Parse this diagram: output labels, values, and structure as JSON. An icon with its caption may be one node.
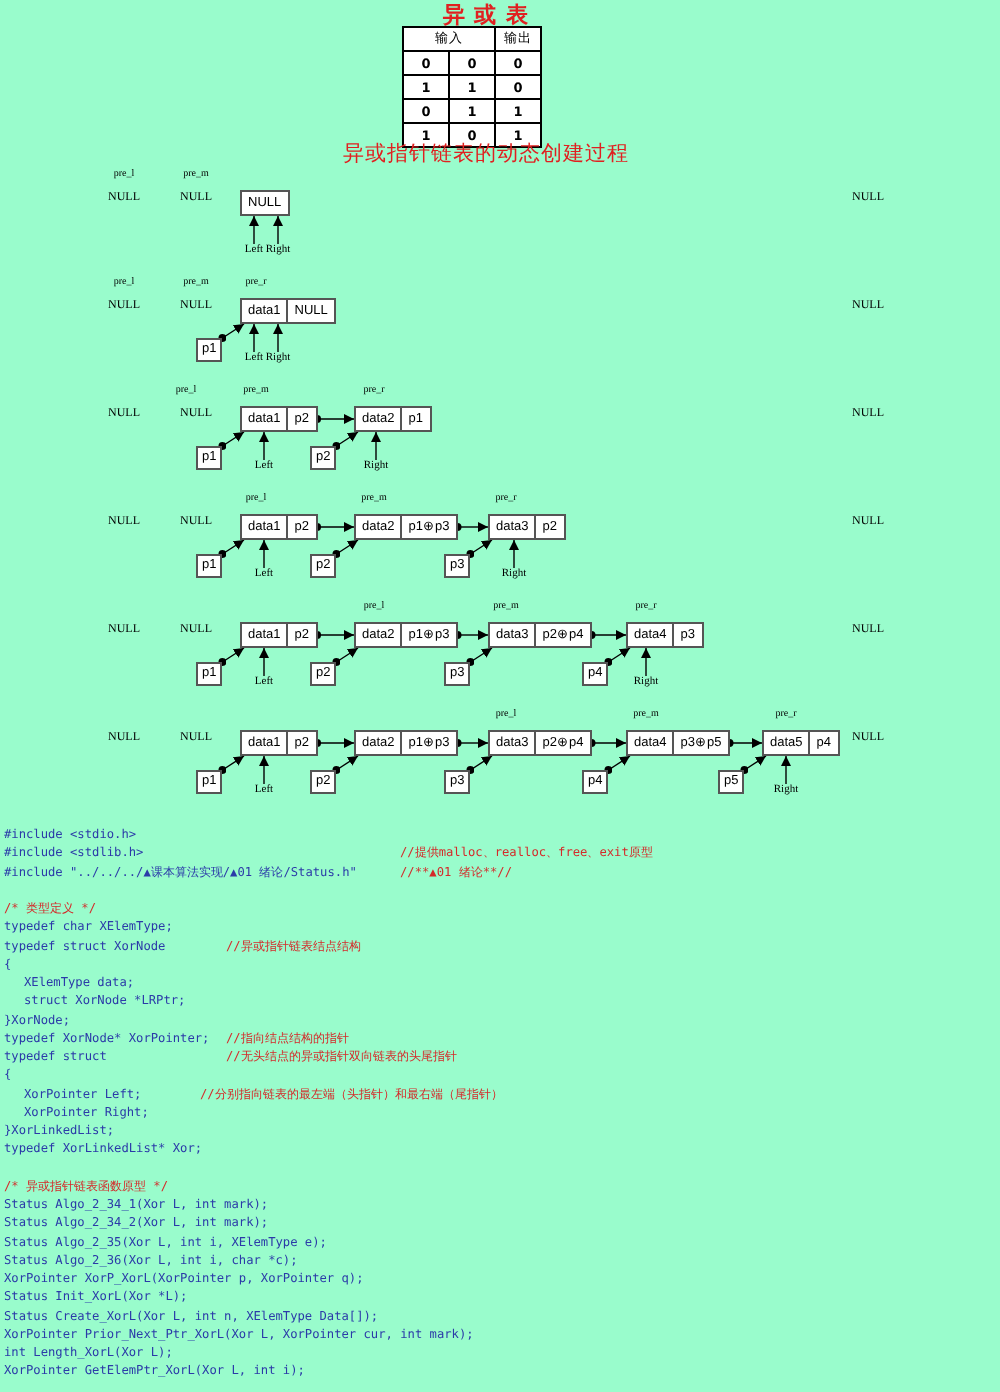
{
  "diagram": {
    "title": "异 或 表",
    "nodes": [
      {
        "text": [
          "NULL"
        ]
      },
      {
        "text": [
          "Left"
        ]
      },
      {
        "text": [
          "Right"
        ]
      },
      {
        "text": [
          "data1",
          "NULL"
        ]
      },
      {
        "text": [
          "p1"
        ]
      },
      {
        "text": [
          "Left"
        ]
      },
      {
        "text": [
          "Right"
        ]
      },
      {
        "text": [
          "data1",
          "p2"
        ]
      },
      {
        "text": [
          "data2",
          "p1"
        ]
      },
      {
        "text": [
          "p1"
        ]
      },
      {
        "text": [
          "Left"
        ]
      },
      {
        "text": [
          "p2"
        ]
      },
      {
        "text": [
          "Right"
        ]
      },
      {
        "text": [
          "data1",
          "p2"
        ]
      },
      {
        "text": [
          "data2",
          "p1⊕p3"
        ]
      },
      {
        "text": [
          "data3",
          "p2"
        ]
      },
      {
        "text": [
          "p1"
        ]
      },
      {
        "text": [
          "Left"
        ]
      },
      {
        "text": [
          "p2"
        ]
      },
      {
        "text": [
          "p3"
        ]
      },
      {
        "text": [
          "Right"
        ]
      },
      {
        "text": [
          "data1",
          "p2"
        ]
      },
      {
        "text": [
          "data2",
          "p1⊕p3"
        ]
      },
      {
        "text": [
          "data3",
          "p2⊕p4"
        ]
      },
      {
        "text": [
          "data4",
          "p3"
        ]
      },
      {
        "text": [
          "p1"
        ]
      },
      {
        "text": [
          "Left"
        ]
      },
      {
        "text": [
          "p2"
        ]
      },
      {
        "text": [
          "p3"
        ]
      },
      {
        "text": [
          "p4"
        ]
      },
      {
        "text": [
          "Right"
        ]
      },
      {
        "text": [
          "data1",
          "p2"
        ]
      },
      {
        "text": [
          "data2",
          "p1⊕p3"
        ]
      },
      {
        "text": [
          "data3",
          "p2⊕p4"
        ]
      },
      {
        "text": [
          "data4",
          "p3⊕p5"
        ]
      },
      {
        "text": [
          "data5",
          "p4"
        ]
      },
      {
        "text": [
          "p1"
        ]
      },
      {
        "text": [
          "Left"
        ]
      },
      {
        "text": [
          "p2"
        ]
      },
      {
        "text": [
          "p3"
        ]
      },
      {
        "text": [
          "p4"
        ]
      },
      {
        "text": [
          "p5"
        ]
      },
      {
        "text": [
          "Right"
        ]
      }
    ],
    "edges": [
      {
        "from": 1,
        "to": 0,
        "arrow": "to"
      },
      {
        "from": 2,
        "to": 0,
        "arrow": "to"
      },
      {
        "from": 4,
        "to": 3,
        "arrow": "to"
      },
      {
        "from": 5,
        "to": 3,
        "arrow": "to"
      },
      {
        "from": 6,
        "to": 3,
        "arrow": "to"
      },
      {
        "from": 7,
        "to": 8,
        "arrow": "to"
      },
      {
        "from": 9,
        "to": 7,
        "arrow": "to"
      },
      {
        "from": 10,
        "to": 7,
        "arrow": "to"
      },
      {
        "from": 11,
        "to": 8,
        "arrow": "to"
      },
      {
        "from": 12,
        "to": 8,
        "arrow": "to"
      },
      {
        "from": 13,
        "to": 14,
        "arrow": "to"
      },
      {
        "from": 14,
        "to": 15,
        "arrow": "to"
      },
      {
        "from": 16,
        "to": 13,
        "arrow": "to"
      },
      {
        "from": 17,
        "to": 13,
        "arrow": "to"
      },
      {
        "from": 18,
        "to": 14,
        "arrow": "to"
      },
      {
        "from": 19,
        "to": 15,
        "arrow": "to"
      },
      {
        "from": 20,
        "to": 15,
        "arrow": "to"
      },
      {
        "from": 21,
        "to": 22,
        "arrow": "to"
      },
      {
        "from": 22,
        "to": 23,
        "arrow": "to"
      },
      {
        "from": 23,
        "to": 24,
        "arrow": "to"
      },
      {
        "from": 25,
        "to": 21,
        "arrow": "to"
      },
      {
        "from": 26,
        "to": 21,
        "arrow": "to"
      },
      {
        "from": 27,
        "to": 22,
        "arrow": "to"
      },
      {
        "from": 28,
        "to": 23,
        "arrow": "to"
      },
      {
        "from": 29,
        "to": 24,
        "arrow": "to"
      },
      {
        "from": 30,
        "to": 24,
        "arrow": "to"
      },
      {
        "from": 31,
        "to": 32,
        "arrow": "to"
      },
      {
        "from": 32,
        "to": 33,
        "arrow": "to"
      },
      {
        "from": 33,
        "to": 34,
        "arrow": "to"
      },
      {
        "from": 34,
        "to": 35,
        "arrow": "to"
      },
      {
        "from": 36,
        "to": 31,
        "arrow": "to"
      },
      {
        "from": 37,
        "to": 31,
        "arrow": "to"
      },
      {
        "from": 38,
        "to": 32,
        "arrow": "to"
      },
      {
        "from": 39,
        "to": 33,
        "arrow": "to"
      },
      {
        "from": 40,
        "to": 34,
        "arrow": "to"
      },
      {
        "from": 41,
        "to": 35,
        "arrow": "to"
      },
      {
        "from": 42,
        "to": 35,
        "arrow": "to"
      }
    ],
    "labels": [
      "输入",
      "输出",
      "0",
      "0",
      "0",
      "1",
      "1",
      "0",
      "0",
      "1",
      "1",
      "1",
      "0",
      "1",
      "异或指针链表的动态创建过程",
      "pre_l",
      "pre_m",
      "NULL",
      "NULL",
      "NULL",
      "pre_l",
      "pre_m",
      "pre_r",
      "NULL",
      "NULL",
      "NULL",
      "pre_l",
      "pre_m",
      "pre_r",
      "NULL",
      "NULL",
      "NULL",
      "pre_l",
      "pre_m",
      "pre_r",
      "NULL",
      "NULL",
      "NULL",
      "pre_l",
      "pre_m",
      "pre_r",
      "NULL",
      "NULL",
      "NULL",
      "pre_l",
      "pre_m",
      "pre_r",
      "NULL",
      "NULL",
      "NULL",
      "#include <stdio.h>",
      "#include <stdlib.h>",
      "//提供malloc、realloc、free、exit原型",
      "#include \"../../../▲课本算法实现/▲01 绪论/Status.h\"",
      "//**▲01 绪论**//",
      "/* 类型定义 */",
      "typedef char XElemType;",
      "typedef struct XorNode",
      "//异或指针链表结点结构",
      "{",
      "XElemType data;",
      "struct XorNode *LRPtr;",
      "}XorNode;",
      "typedef XorNode* XorPointer;",
      "//指向结点结构的指针",
      "typedef struct",
      "//无头结点的异或指针双向链表的头尾指针",
      "{",
      "XorPointer Left;",
      "//分别指向链表的最左端（头指针）和最右端（尾指针）",
      "XorPointer Right;",
      "}XorLinkedList;",
      "typedef XorLinkedList* Xor;",
      "/* 异或指针链表函数原型 */",
      "Status Algo_2_34_1(Xor L, int mark);",
      "Status Algo_2_34_2(Xor L, int mark);",
      "Status Algo_2_35(Xor L, int i, XElemType e);",
      "Status Algo_2_36(Xor L, int i, char *c);",
      "XorPointer XorP_XorL(XorPointer p, XorPointer q);",
      "Status Init_XorL(Xor *L);",
      "Status Create_XorL(Xor L, int n, XElemType Data[]);",
      "XorPointer Prior_Next_Ptr_XorL(Xor L, XorPointer cur, int mark);",
      "int Length_XorL(Xor L);",
      "XorPointer GetElemPtr_XorL(Xor L, int i);"
    ]
  }
}
